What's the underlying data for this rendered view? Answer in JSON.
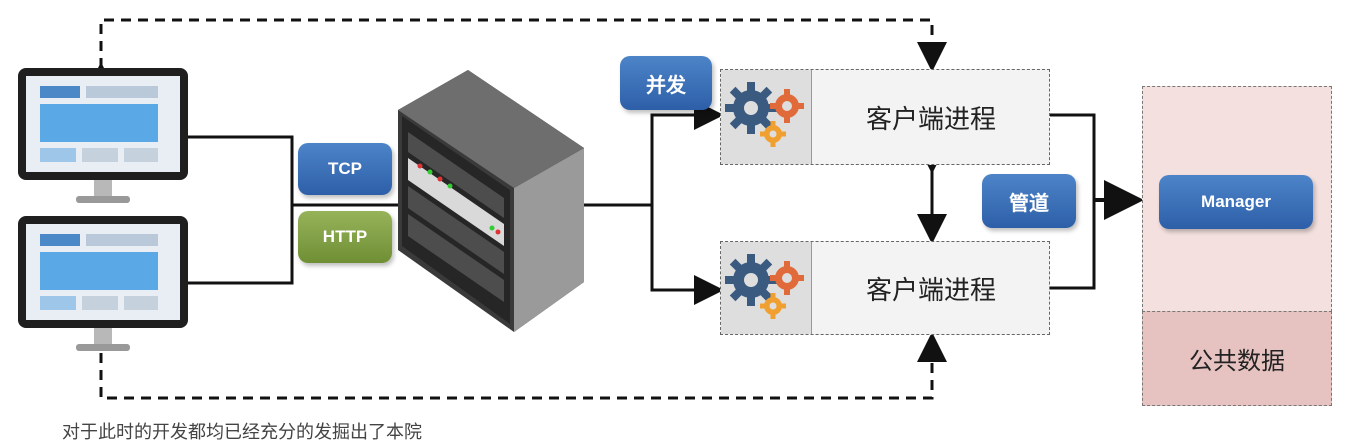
{
  "protocols": {
    "tcp": "TCP",
    "http": "HTTP"
  },
  "concurrency_label": "并发",
  "pipe_label": "管道",
  "process_label_top": "客户端进程",
  "process_label_bottom": "客户端进程",
  "manager_label": "Manager",
  "shared_data_label": "公共数据",
  "caption": "对于此时的开发都均已经充分的发掘出了本院",
  "colors": {
    "blue_button": "#3a6fb8",
    "green_button": "#7f9f42",
    "manager_bg": "#f4e1df",
    "shared_bg": "#e6c3c0"
  }
}
